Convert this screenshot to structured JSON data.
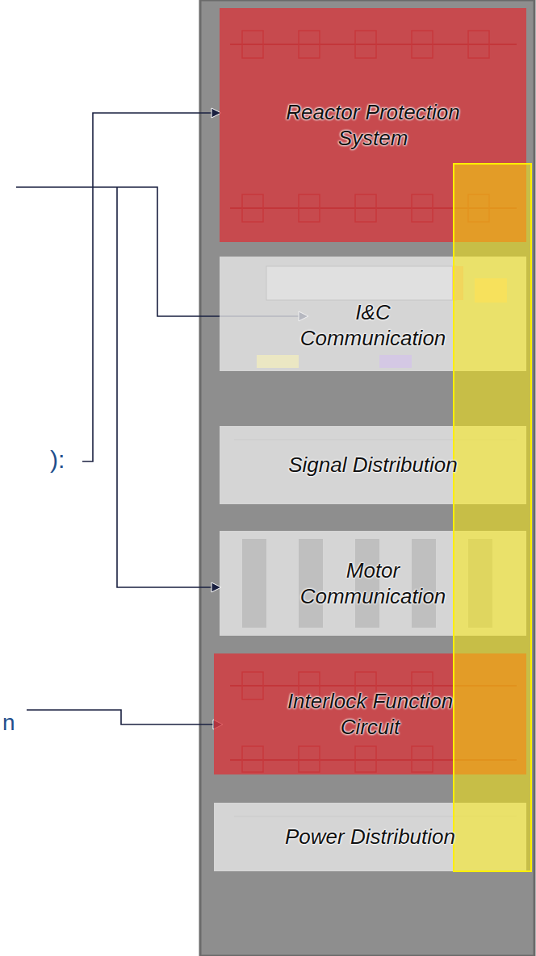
{
  "diagram": {
    "nodes": [
      {
        "text": [
          "Reactor Protection System"
        ]
      },
      {
        "text": [
          "I&C Communication"
        ]
      },
      {
        "text": [
          "Signal Distribution"
        ]
      },
      {
        "text": [
          "Motor Communication"
        ]
      },
      {
        "text": [
          "Interlock Function Circuit"
        ]
      },
      {
        "text": [
          "Power Distribution"
        ]
      }
    ],
    "labels": [
      "):",
      "n"
    ]
  }
}
